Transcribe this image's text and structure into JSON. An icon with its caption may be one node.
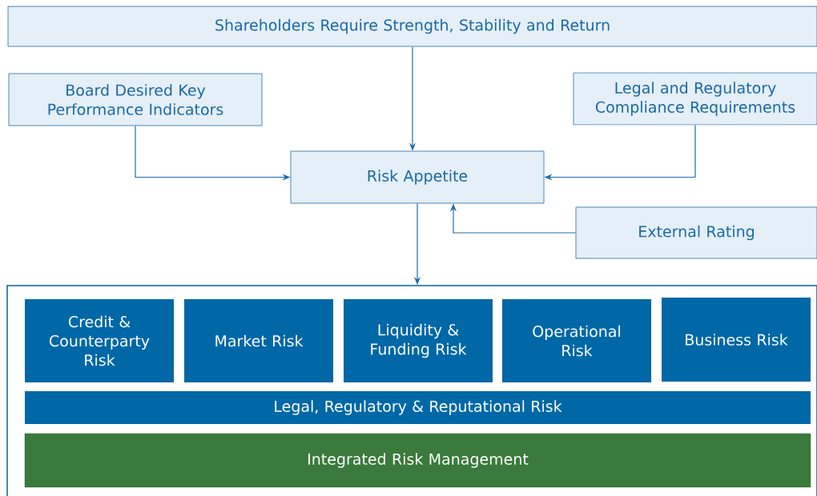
{
  "diagram": {
    "nodes": [
      {
        "text": [
          "Shareholders Require Strength, Stability and Return"
        ]
      },
      {
        "text": [
          "Board Desired Key Performance Indicators"
        ]
      },
      {
        "text": [
          "Legal and Regulatory Compliance Requirements"
        ]
      },
      {
        "text": [
          "Risk Appetite"
        ]
      },
      {
        "text": [
          "External Rating"
        ]
      },
      {
        "text": [],
        "shape": "box"
      },
      {
        "text": [
          "Credit & Counterparty Risk"
        ],
        "in": 5
      },
      {
        "text": [
          "Market Risk"
        ],
        "in": 5
      },
      {
        "text": [
          "Liquidity & Funding Risk"
        ],
        "in": 5
      },
      {
        "text": [
          "Operational Risk"
        ],
        "in": 5
      },
      {
        "text": [
          "Business Risk"
        ],
        "in": 5
      },
      {
        "text": [
          "Legal, Regulatory & Reputational Risk"
        ],
        "in": 5
      },
      {
        "text": [
          "Integrated Risk Management"
        ],
        "in": 5
      }
    ],
    "edges": [
      {
        "from": 0,
        "to": 3,
        "arrow": "to"
      },
      {
        "from": 1,
        "to": 3,
        "arrow": "to"
      },
      {
        "from": 2,
        "to": 3,
        "arrow": "to"
      },
      {
        "from": 4,
        "to": 3,
        "arrow": "to"
      },
      {
        "from": 3,
        "to": 5,
        "arrow": "to"
      }
    ]
  }
}
